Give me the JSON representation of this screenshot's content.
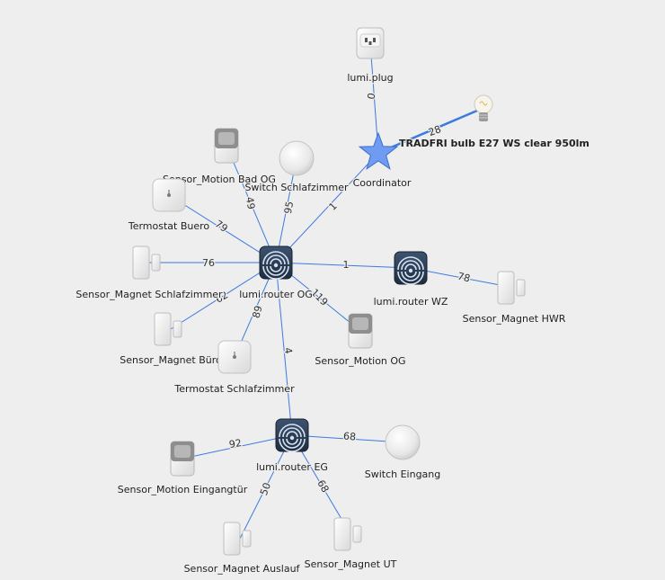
{
  "nodes": [
    {
      "id": "plug",
      "label": "lumi.plug",
      "icon": "plug-icon"
    },
    {
      "id": "bulb",
      "label": "TRADFRI bulb E27 WS clear 950lm",
      "icon": "bulb-icon"
    },
    {
      "id": "coord",
      "label": "Coordinator",
      "icon": "star-icon"
    },
    {
      "id": "motion_bad",
      "label": "Sensor_Motion Bad OG",
      "icon": "motion-sensor-icon"
    },
    {
      "id": "switch_schlaf",
      "label": "Switch Schlafzimmer",
      "icon": "round-switch-icon"
    },
    {
      "id": "termo_buero",
      "label": "Termostat Buero",
      "icon": "thermostat-icon"
    },
    {
      "id": "router_og",
      "label": "lumi.router OG",
      "icon": "router-icon"
    },
    {
      "id": "router_wz",
      "label": "lumi.router WZ",
      "icon": "router-icon"
    },
    {
      "id": "magnet_schlaf",
      "label": "Sensor_Magnet Schlafzimmer",
      "icon": "door-magnet-icon"
    },
    {
      "id": "magnet_hwr",
      "label": "Sensor_Magnet HWR",
      "icon": "door-magnet-icon"
    },
    {
      "id": "magnet_buero",
      "label": "Sensor_Magnet Büro",
      "icon": "door-magnet-icon"
    },
    {
      "id": "motion_og",
      "label": "Sensor_Motion OG",
      "icon": "motion-sensor-icon"
    },
    {
      "id": "termo_schlaf",
      "label": "Termostat Schlafzimmer",
      "icon": "thermostat-icon"
    },
    {
      "id": "router_eg",
      "label": "lumi.router EG",
      "icon": "router-icon"
    },
    {
      "id": "motion_eing",
      "label": "Sensor_Motion Eingangtür",
      "icon": "motion-sensor-icon"
    },
    {
      "id": "switch_eing",
      "label": "Switch Eingang",
      "icon": "round-switch-icon"
    },
    {
      "id": "magnet_auslauf",
      "label": "Sensor_Magnet Auslauf",
      "icon": "door-magnet-icon"
    },
    {
      "id": "magnet_ut",
      "label": "Sensor_Magnet UT",
      "icon": "door-magnet-icon"
    }
  ],
  "edges": [
    {
      "from": "coord",
      "to": "plug",
      "label": "0"
    },
    {
      "from": "coord",
      "to": "bulb",
      "label": "28"
    },
    {
      "from": "coord",
      "to": "router_og",
      "label": "1"
    },
    {
      "from": "router_og",
      "to": "motion_bad",
      "label": "49"
    },
    {
      "from": "router_og",
      "to": "switch_schlaf",
      "label": "95"
    },
    {
      "from": "router_og",
      "to": "termo_buero",
      "label": "79"
    },
    {
      "from": "router_og",
      "to": "magnet_schlaf",
      "label": "76"
    },
    {
      "from": "router_og",
      "to": "router_wz",
      "label": "1"
    },
    {
      "from": "router_wz",
      "to": "magnet_hwr",
      "label": "78"
    },
    {
      "from": "router_og",
      "to": "magnet_buero",
      "label": "62"
    },
    {
      "from": "router_og",
      "to": "termo_schlaf",
      "label": "89"
    },
    {
      "from": "router_og",
      "to": "motion_og",
      "label": "119"
    },
    {
      "from": "router_og",
      "to": "router_eg",
      "label": "4"
    },
    {
      "from": "router_eg",
      "to": "motion_eing",
      "label": "92"
    },
    {
      "from": "router_eg",
      "to": "switch_eing",
      "label": "68"
    },
    {
      "from": "router_eg",
      "to": "magnet_auslauf",
      "label": "50"
    },
    {
      "from": "router_eg",
      "to": "magnet_ut",
      "label": "68"
    }
  ],
  "colors": {
    "background": "#eeeeee",
    "edge": "#3b7ae0",
    "coordinator": "#6f9cf0",
    "router": "#2c3e55"
  }
}
